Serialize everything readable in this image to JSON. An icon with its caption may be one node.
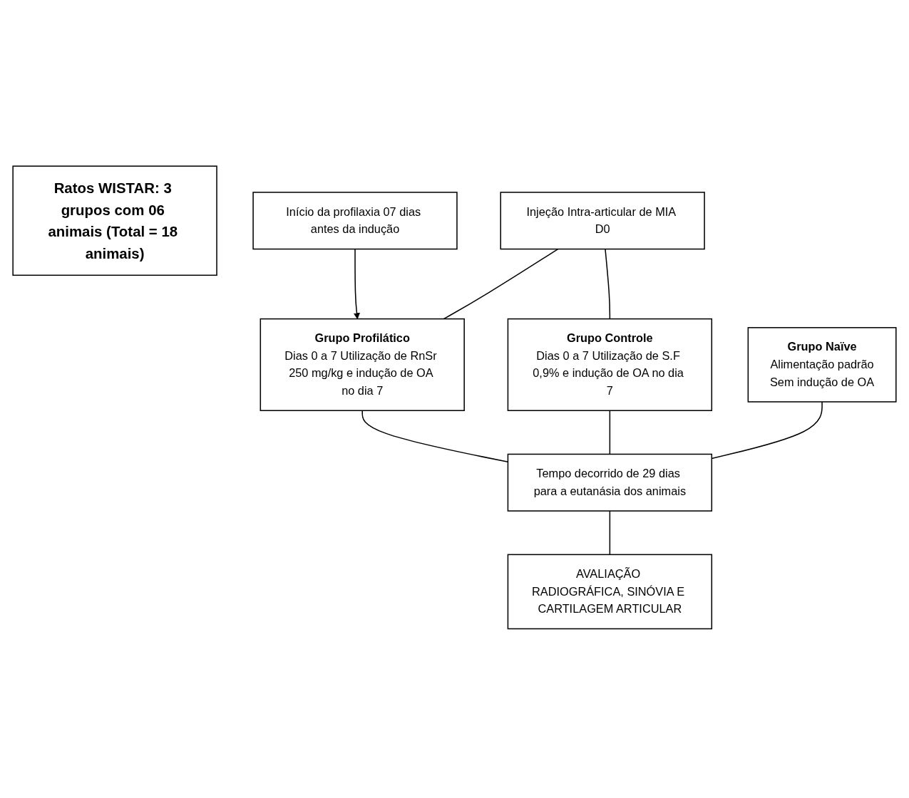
{
  "diagram": {
    "nodes": [
      {
        "text": [
          "Ratos WISTAR: 3 grupos com 06 animais (Total = 18 animais)"
        ]
      },
      {
        "text": [
          "Início da profilaxia 07 dias antes da indução"
        ]
      },
      {
        "text": [
          "Injeção Intra-articular de MIA D0"
        ]
      },
      {
        "text": [
          "Grupo Profilático",
          "Dias 0 a 7 Utilização de RnSr 250 mg/kg e indução de OA no dia 7"
        ]
      },
      {
        "text": [
          "Grupo Controle",
          "Dias 0 a 7 Utilização de S.F 0,9% e indução de OA no dia 7"
        ]
      },
      {
        "text": [
          "Grupo Naïve",
          "Alimentação padrão",
          "Sem indução de OA"
        ]
      },
      {
        "text": [
          "Tempo decorrido de 29 dias para a eutanásia dos animais"
        ]
      },
      {
        "text": [
          "AVALIAÇÃO RADIOGRÁFICA, SINÓVIA E CARTILAGEM ARTICULAR"
        ]
      }
    ],
    "edges": [
      {
        "from": 1,
        "to": 3,
        "arrow": "to"
      },
      {
        "from": 2,
        "to": 3,
        "arrow": "none"
      },
      {
        "from": 2,
        "to": 4,
        "arrow": "none"
      },
      {
        "from": 3,
        "to": 6,
        "arrow": "none"
      },
      {
        "from": 4,
        "to": 6,
        "arrow": "none"
      },
      {
        "from": 5,
        "to": 6,
        "arrow": "none"
      },
      {
        "from": 6,
        "to": 7,
        "arrow": "none"
      }
    ]
  }
}
